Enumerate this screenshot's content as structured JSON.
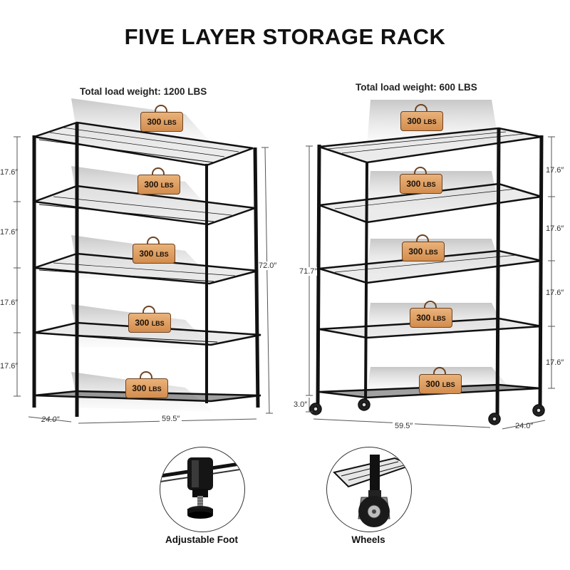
{
  "title": "FIVE LAYER STORAGE RACK",
  "left_rack": {
    "load_caption": "Total load weight: 1200 LBS",
    "shelf_badges": [
      {
        "value": "300",
        "unit": "LBS"
      },
      {
        "value": "300",
        "unit": "LBS"
      },
      {
        "value": "300",
        "unit": "LBS"
      },
      {
        "value": "300",
        "unit": "LBS"
      },
      {
        "value": "300",
        "unit": "LBS"
      }
    ],
    "spacing_dims": [
      "17.6″",
      "17.6″",
      "17.6″",
      "17.6″"
    ],
    "height_dim": "72.0″",
    "depth_dim": "24.0″",
    "width_dim": "59.5″"
  },
  "right_rack": {
    "load_caption": "Total load weight: 600 LBS",
    "shelf_badges": [
      {
        "value": "300",
        "unit": "LBS"
      },
      {
        "value": "300",
        "unit": "LBS"
      },
      {
        "value": "300",
        "unit": "LBS"
      },
      {
        "value": "300",
        "unit": "LBS"
      },
      {
        "value": "300",
        "unit": "LBS"
      }
    ],
    "spacing_dims": [
      "17.6″",
      "17.6″",
      "17.6″",
      "17.6″"
    ],
    "height_dim": "71.7″",
    "wheel_dim": "3.0″",
    "width_dim": "59.5″",
    "depth_dim": "24.0″"
  },
  "features": [
    {
      "label": "Adjustable Foot",
      "icon": "adjustable-foot-icon"
    },
    {
      "label": "Wheels",
      "icon": "wheel-caster-icon"
    }
  ],
  "colors": {
    "badge_fill": "#d99a5e",
    "badge_border": "#6e4320",
    "rack": "#111111"
  }
}
